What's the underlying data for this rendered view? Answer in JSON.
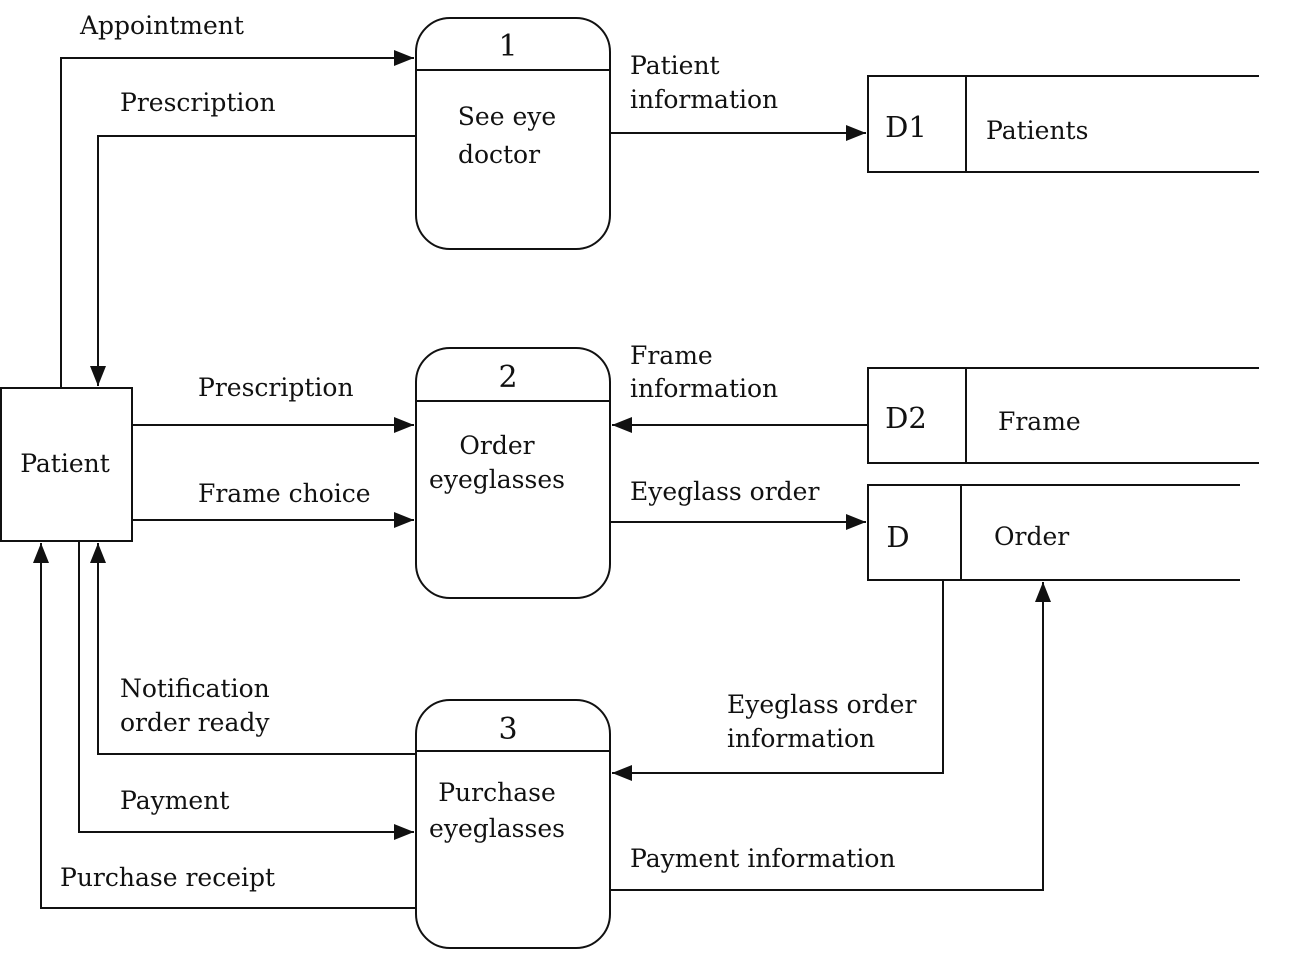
{
  "entity": {
    "label": "Patient"
  },
  "processes": [
    {
      "number": "1",
      "name_line1": "See eye",
      "name_line2": "doctor"
    },
    {
      "number": "2",
      "name_line1": "Order",
      "name_line2": "eyeglasses"
    },
    {
      "number": "3",
      "name_line1": "Purchase",
      "name_line2": "eyeglasses"
    }
  ],
  "stores": [
    {
      "id": "D1",
      "name": "Patients"
    },
    {
      "id": "D2",
      "name": "Frame"
    },
    {
      "id": "D",
      "name": "Order"
    }
  ],
  "flows": {
    "appointment": "Appointment",
    "prescription_return": "Prescription",
    "patient_info_line1": "Patient",
    "patient_info_line2": "information",
    "prescription_to_order": "Prescription",
    "frame_info_line1": "Frame",
    "frame_info_line2": "information",
    "frame_choice": "Frame choice",
    "eyeglass_order": "Eyeglass order",
    "notification_line1": "Notification",
    "notification_line2": "order ready",
    "eyeglass_order_info_line1": "Eyeglass order",
    "eyeglass_order_info_line2": "information",
    "payment": "Payment",
    "purchase_receipt": "Purchase receipt",
    "payment_info": "Payment information"
  }
}
